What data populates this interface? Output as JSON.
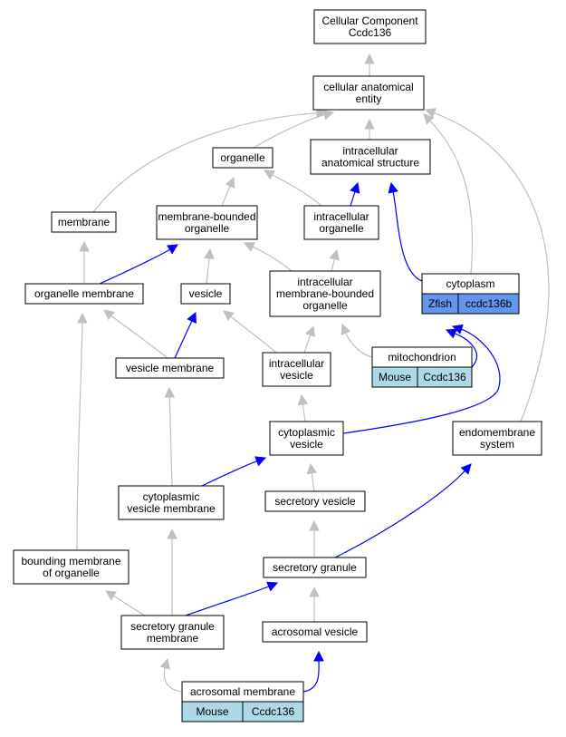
{
  "nodes": {
    "cellular_component": {
      "lines": [
        "Cellular Component",
        "Ccdc136"
      ]
    },
    "cellular_anatomical_entity": {
      "lines": [
        "cellular anatomical",
        "entity"
      ]
    },
    "organelle": {
      "lines": [
        "organelle"
      ]
    },
    "intracellular_anatomical_structure": {
      "lines": [
        "intracellular",
        "anatomical structure"
      ]
    },
    "membrane": {
      "lines": [
        "membrane"
      ]
    },
    "membrane_bounded_organelle": {
      "lines": [
        "membrane-bounded",
        "organelle"
      ]
    },
    "intracellular_organelle": {
      "lines": [
        "intracellular",
        "organelle"
      ]
    },
    "cytoplasm": {
      "lines": [
        "cytoplasm"
      ],
      "tags": [
        {
          "text": "Zfish",
          "color": "#6495ed"
        },
        {
          "text": "ccdc136b",
          "color": "#6495ed"
        }
      ]
    },
    "organelle_membrane": {
      "lines": [
        "organelle membrane"
      ]
    },
    "vesicle": {
      "lines": [
        "vesicle"
      ]
    },
    "intracellular_membrane_bounded_organelle": {
      "lines": [
        "intracellular",
        "membrane-bounded",
        "organelle"
      ]
    },
    "mitochondrion": {
      "lines": [
        "mitochondrion"
      ],
      "tags": [
        {
          "text": "Mouse",
          "color": "#add8e6"
        },
        {
          "text": "Ccdc136",
          "color": "#add8e6"
        }
      ]
    },
    "vesicle_membrane": {
      "lines": [
        "vesicle membrane"
      ]
    },
    "intracellular_vesicle": {
      "lines": [
        "intracellular",
        "vesicle"
      ]
    },
    "cytoplasmic_vesicle": {
      "lines": [
        "cytoplasmic",
        "vesicle"
      ]
    },
    "endomembrane_system": {
      "lines": [
        "endomembrane",
        "system"
      ]
    },
    "cytoplasmic_vesicle_membrane": {
      "lines": [
        "cytoplasmic",
        "vesicle membrane"
      ]
    },
    "secretory_vesicle": {
      "lines": [
        "secretory vesicle"
      ]
    },
    "bounding_membrane_of_organelle": {
      "lines": [
        "bounding membrane",
        "of organelle"
      ]
    },
    "secretory_granule": {
      "lines": [
        "secretory granule"
      ]
    },
    "secretory_granule_membrane": {
      "lines": [
        "secretory granule",
        "membrane"
      ]
    },
    "acrosomal_vesicle": {
      "lines": [
        "acrosomal vesicle"
      ]
    },
    "acrosomal_membrane": {
      "lines": [
        "acrosomal membrane"
      ],
      "tags": [
        {
          "text": "Mouse",
          "color": "#add8e6"
        },
        {
          "text": "Ccdc136",
          "color": "#add8e6"
        }
      ]
    }
  },
  "edges": [
    {
      "from": "cellular_anatomical_entity",
      "to": "cellular_component",
      "color": "gray"
    },
    {
      "from": "organelle",
      "to": "cellular_anatomical_entity",
      "color": "gray"
    },
    {
      "from": "intracellular_anatomical_structure",
      "to": "cellular_anatomical_entity",
      "color": "gray"
    },
    {
      "from": "membrane",
      "to": "cellular_anatomical_entity",
      "color": "gray"
    },
    {
      "from": "cytoplasm",
      "to": "cellular_anatomical_entity",
      "color": "gray"
    },
    {
      "from": "endomembrane_system",
      "to": "cellular_anatomical_entity",
      "color": "gray"
    },
    {
      "from": "membrane_bounded_organelle",
      "to": "organelle",
      "color": "gray"
    },
    {
      "from": "intracellular_organelle",
      "to": "organelle",
      "color": "gray"
    },
    {
      "from": "intracellular_organelle",
      "to": "intracellular_anatomical_structure",
      "color": "blue"
    },
    {
      "from": "cytoplasm",
      "to": "intracellular_anatomical_structure",
      "color": "blue"
    },
    {
      "from": "organelle_membrane",
      "to": "membrane",
      "color": "gray"
    },
    {
      "from": "organelle_membrane",
      "to": "membrane_bounded_organelle",
      "color": "blue"
    },
    {
      "from": "vesicle",
      "to": "membrane_bounded_organelle",
      "color": "gray"
    },
    {
      "from": "intracellular_membrane_bounded_organelle",
      "to": "membrane_bounded_organelle",
      "color": "gray"
    },
    {
      "from": "intracellular_membrane_bounded_organelle",
      "to": "intracellular_organelle",
      "color": "gray"
    },
    {
      "from": "vesicle_membrane",
      "to": "organelle_membrane",
      "color": "gray"
    },
    {
      "from": "vesicle_membrane",
      "to": "vesicle",
      "color": "blue"
    },
    {
      "from": "intracellular_vesicle",
      "to": "vesicle",
      "color": "gray"
    },
    {
      "from": "intracellular_vesicle",
      "to": "intracellular_membrane_bounded_organelle",
      "color": "gray"
    },
    {
      "from": "mitochondrion",
      "to": "intracellular_membrane_bounded_organelle",
      "color": "gray"
    },
    {
      "from": "mitochondrion",
      "to": "cytoplasm",
      "color": "blue"
    },
    {
      "from": "cytoplasmic_vesicle",
      "to": "intracellular_vesicle",
      "color": "gray"
    },
    {
      "from": "cytoplasmic_vesicle",
      "to": "cytoplasm",
      "color": "blue"
    },
    {
      "from": "cytoplasmic_vesicle_membrane",
      "to": "vesicle_membrane",
      "color": "gray"
    },
    {
      "from": "cytoplasmic_vesicle_membrane",
      "to": "cytoplasmic_vesicle",
      "color": "blue"
    },
    {
      "from": "secretory_vesicle",
      "to": "cytoplasmic_vesicle",
      "color": "gray"
    },
    {
      "from": "bounding_membrane_of_organelle",
      "to": "organelle_membrane",
      "color": "gray"
    },
    {
      "from": "secretory_granule",
      "to": "secretory_vesicle",
      "color": "gray"
    },
    {
      "from": "secretory_granule",
      "to": "endomembrane_system",
      "color": "blue"
    },
    {
      "from": "secretory_granule_membrane",
      "to": "bounding_membrane_of_organelle",
      "color": "gray"
    },
    {
      "from": "secretory_granule_membrane",
      "to": "cytoplasmic_vesicle_membrane",
      "color": "gray"
    },
    {
      "from": "secretory_granule_membrane",
      "to": "secretory_granule",
      "color": "blue"
    },
    {
      "from": "acrosomal_vesicle",
      "to": "secretory_granule",
      "color": "gray"
    },
    {
      "from": "acrosomal_membrane",
      "to": "secretory_granule_membrane",
      "color": "gray"
    },
    {
      "from": "acrosomal_membrane",
      "to": "acrosomal_vesicle",
      "color": "blue"
    }
  ]
}
